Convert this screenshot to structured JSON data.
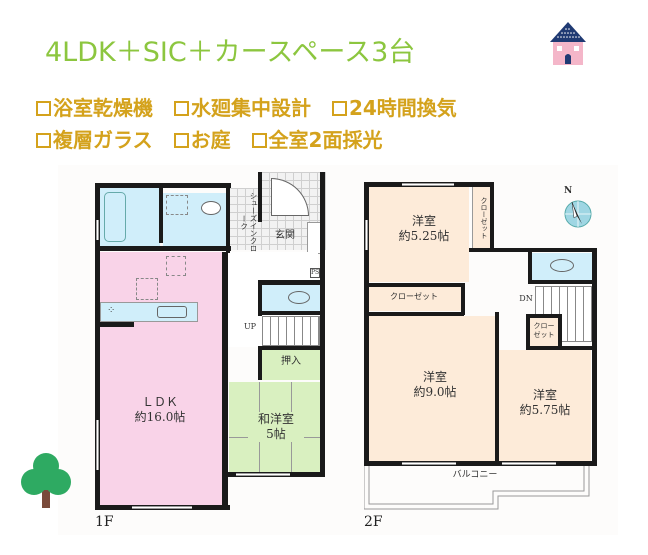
{
  "header": {
    "title": "4LDK＋SIC＋カースペース3台",
    "title_color": "#8cc63f",
    "house_icon": "house-icon"
  },
  "features": {
    "color": "#d4a21c",
    "row1": [
      "浴室乾燥機",
      "水廻集中設計",
      "24時間換気"
    ],
    "row2": [
      "複層ガラス",
      "お庭",
      "全室2面採光"
    ]
  },
  "floor1": {
    "label": "1F",
    "rooms": {
      "ldk_name": "ＬＤＫ",
      "ldk_size": "約16.0帖",
      "washitsu_name": "和洋室",
      "washitsu_size": "5帖",
      "oshiire": "押入",
      "shoes_closet": "シューズインクローク",
      "genkan": "玄関",
      "ps": "PS",
      "stairs": "UP"
    },
    "colors": {
      "ldk": "#f9d3e8",
      "water": "#d0eefa",
      "washitsu": "#d9f0c0"
    }
  },
  "floor2": {
    "label": "2F",
    "rooms": {
      "room1_name": "洋室",
      "room1_size": "約5.25帖",
      "room1_closet": "クローゼット",
      "hall_closet": "クローゼット",
      "room2_name": "洋室",
      "room2_size": "約9.0帖",
      "room3_name": "洋室",
      "room3_size": "約5.75帖",
      "room3_closet": "クローゼット",
      "balcony": "バルコニー",
      "stairs": "DN"
    },
    "colors": {
      "room": "#fdebd9",
      "water": "#d0eefa"
    }
  },
  "compass": {
    "label": "N",
    "icon": "compass-icon"
  },
  "decor": {
    "tree_icon": "tree-icon"
  }
}
